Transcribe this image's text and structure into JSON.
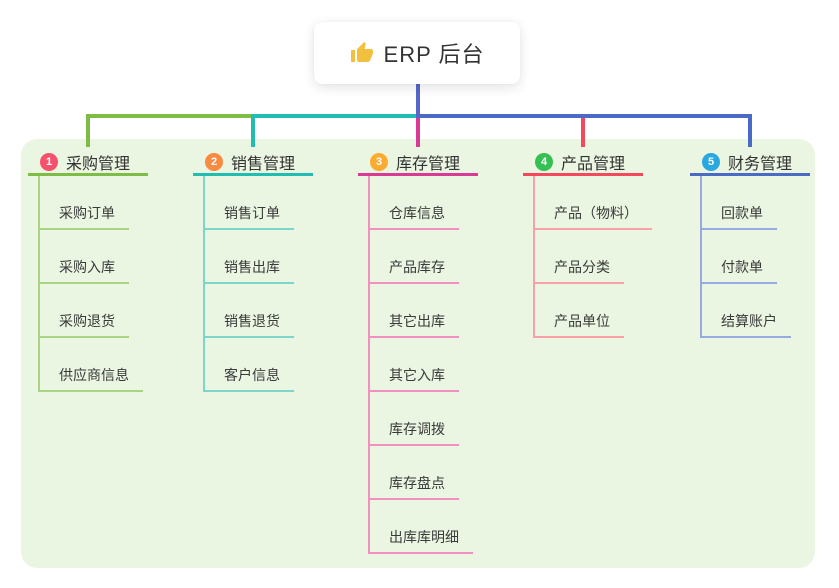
{
  "root": {
    "label": "ERP 后台",
    "icon": "thumbs-up-icon",
    "emoji": "👍"
  },
  "colors": {
    "page_bg": "#ffffff",
    "panel_bg": "#EAF5E2",
    "root_connector": "#5568C8",
    "icon_yellow": "#F2C03F",
    "text": "#333333"
  },
  "branches": [
    {
      "num": "1",
      "title": "采购管理",
      "badge_color": "#F4516C",
      "line_color": "#7FBC45",
      "sub_line_color": "#A9D488",
      "items": [
        "采购订单",
        "采购入库",
        "采购退货",
        "供应商信息"
      ]
    },
    {
      "num": "2",
      "title": "销售管理",
      "badge_color": "#F98B41",
      "line_color": "#21BDB0",
      "sub_line_color": "#7DD6CA",
      "items": [
        "销售订单",
        "销售出库",
        "销售退货",
        "客户信息"
      ]
    },
    {
      "num": "3",
      "title": "库存管理",
      "badge_color": "#FBAC30",
      "line_color": "#D93A93",
      "sub_line_color": "#F090C0",
      "items": [
        "仓库信息",
        "产品库存",
        "其它出库",
        "其它入库",
        "库存调拨",
        "库存盘点",
        "出库库明细"
      ]
    },
    {
      "num": "4",
      "title": "产品管理",
      "badge_color": "#36BF52",
      "line_color": "#F4495D",
      "sub_line_color": "#F9A0A8",
      "items": [
        "产品（物料）",
        "产品分类",
        "产品单位"
      ]
    },
    {
      "num": "5",
      "title": "财务管理",
      "badge_color": "#2AA7DF",
      "line_color": "#4A6AC5",
      "sub_line_color": "#96ABDF",
      "items": [
        "回款单",
        "付款单",
        "结算账户"
      ]
    }
  ]
}
